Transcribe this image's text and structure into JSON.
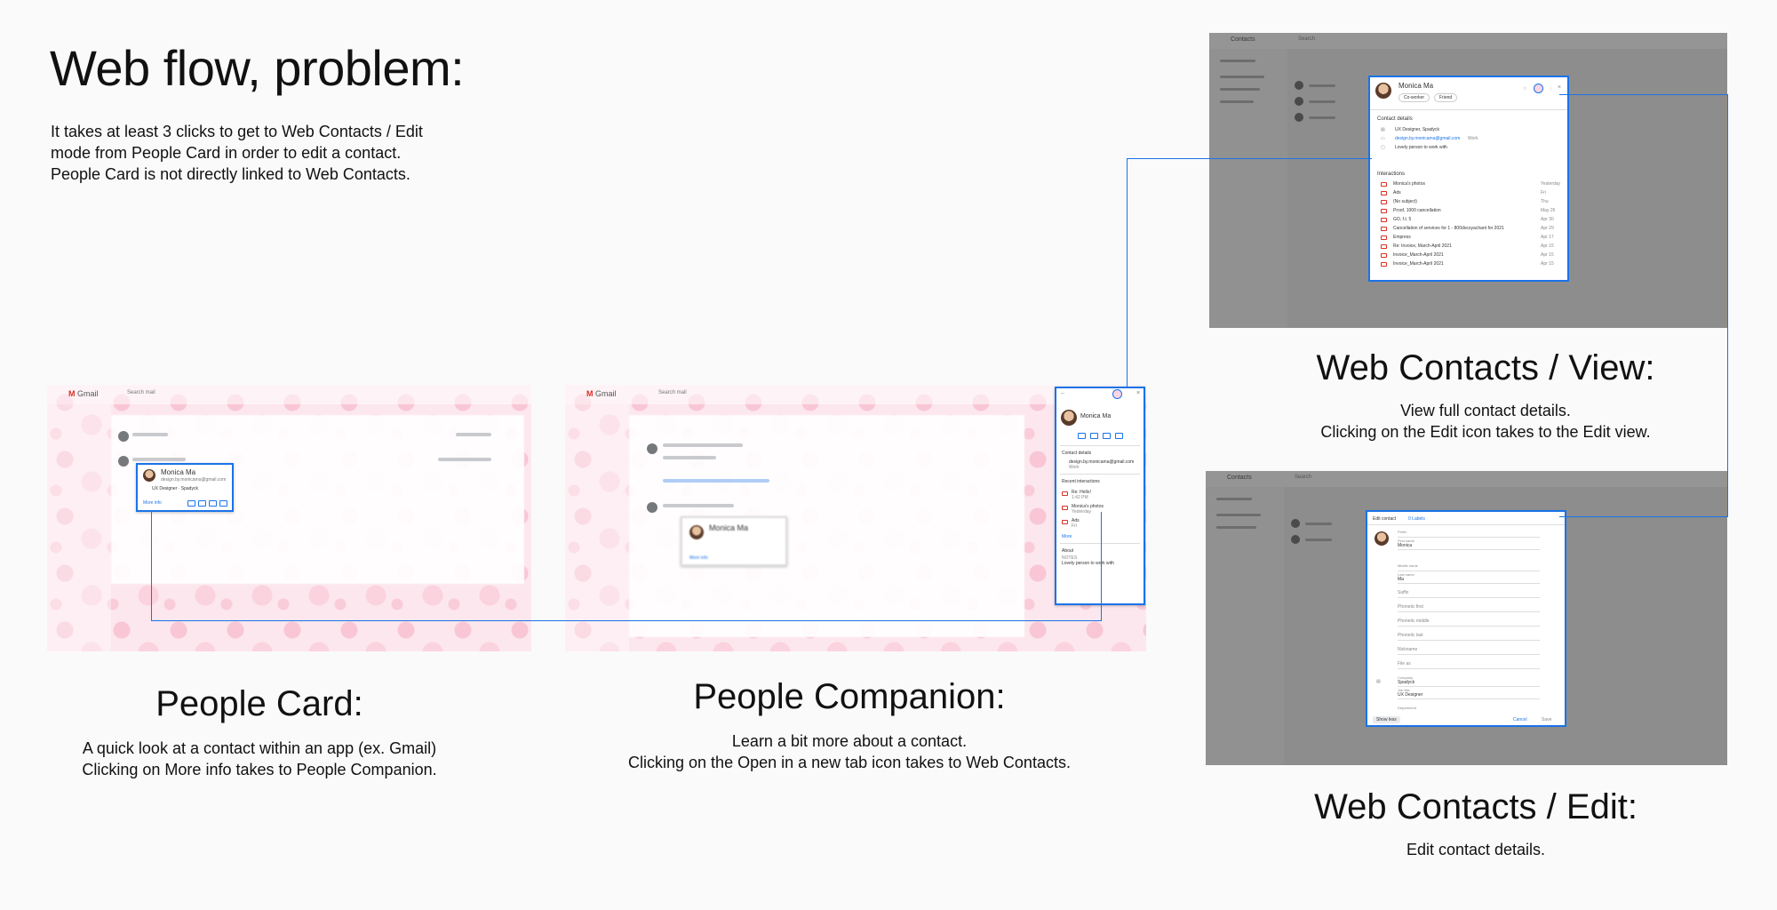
{
  "header": {
    "title": "Web flow, problem:",
    "description": [
      "It takes at least 3 clicks to get to Web Contacts / Edit",
      "mode from People Card in order to edit a contact.",
      "People Card is not directly linked to Web Contacts."
    ]
  },
  "sections": {
    "people_card": {
      "title": "People Card:",
      "text": [
        "A quick look at a contact within an app (ex. Gmail)",
        "Clicking on More info takes to People Companion."
      ]
    },
    "people_companion": {
      "title": "People Companion:",
      "text": [
        "Learn a bit more about a contact.",
        "Clicking on the Open in a new tab icon takes to Web Contacts."
      ]
    },
    "web_contacts_view": {
      "title": "Web Contacts / View:",
      "text": [
        "View full contact details.",
        "Clicking on the Edit icon takes to the Edit view."
      ]
    },
    "web_contacts_edit": {
      "title": "Web Contacts / Edit:",
      "text": [
        "Edit contact details."
      ]
    }
  },
  "screens": {
    "gmail_app": {
      "logo": "Gmail",
      "search_placeholder": "Search mail"
    },
    "contacts_app": {
      "logo": "Contacts",
      "search_placeholder": "Search"
    },
    "people_card": {
      "name": "Monica Ma",
      "email": "design.by.monicama@gmail.com",
      "role": "UX Designer · Spadyck",
      "more_info": "More info"
    },
    "companion": {
      "name": "Monica Ma",
      "contact_details_label": "Contact details",
      "email": "design.by.monicama@gmail.com",
      "email_type": "Work",
      "recent_label": "Recent interactions",
      "interactions": [
        {
          "subject": "Re: Hello!",
          "time": "1:42 PM"
        },
        {
          "subject": "Monica's photos",
          "time": "Yesterday"
        },
        {
          "subject": "Ads",
          "time": "Fri"
        }
      ],
      "more": "More",
      "about_label": "About",
      "notes_label": "NOTES",
      "notes": "Lovely person to work with"
    },
    "view_dialog": {
      "name": "Monica Ma",
      "chips": [
        "Co-worker",
        "Friend"
      ],
      "contact_details_label": "Contact details",
      "role": "UX Designer, Spadyck",
      "email": "design.by.monicama@gmail.com",
      "email_type": "Work",
      "note": "Lovely person to work with",
      "interactions_label": "Interactions",
      "interactions": [
        {
          "subject": "Monica's photos",
          "date": "Yesterday"
        },
        {
          "subject": "Ads",
          "date": "Fri"
        },
        {
          "subject": "(No subject)",
          "date": "Thu"
        },
        {
          "subject": "Proof, 1000 cancellation",
          "date": "May 26"
        },
        {
          "subject": "GO, f.t. 5",
          "date": "Apr 30"
        },
        {
          "subject": "Cancellation of services for 1 - 800docsyachant for 2021",
          "date": "Apr 29"
        },
        {
          "subject": "Empress",
          "date": "Apr 17"
        },
        {
          "subject": "Re: Invoice, March-April 2021",
          "date": "Apr 15"
        },
        {
          "subject": "Invoice_March-April 2021",
          "date": "Apr 15"
        },
        {
          "subject": "Invoice_March-April 2021",
          "date": "Apr 15"
        }
      ]
    },
    "edit_dialog": {
      "title": "Edit contact",
      "labels_button": "0 Labels",
      "fields": [
        {
          "label": "Prefix",
          "value": ""
        },
        {
          "label": "First name",
          "value": "Monica"
        },
        {
          "label": "Middle name",
          "value": ""
        },
        {
          "label": "Last name",
          "value": "Ma"
        },
        {
          "label": "Suffix",
          "value": ""
        },
        {
          "label": "Phonetic first",
          "value": ""
        },
        {
          "label": "Phonetic middle",
          "value": ""
        },
        {
          "label": "Phonetic last",
          "value": ""
        },
        {
          "label": "Nickname",
          "value": ""
        },
        {
          "label": "File as",
          "value": ""
        },
        {
          "label": "Company",
          "value": "Spadyck"
        },
        {
          "label": "Job title",
          "value": "UX Designer"
        },
        {
          "label": "Department",
          "value": ""
        }
      ],
      "show_less": "Show less",
      "cancel": "Cancel",
      "save": "Save"
    }
  },
  "colors": {
    "accent": "#1a73e8",
    "gmail_red": "#d93025",
    "dim_overlay": "#8d8d8d"
  }
}
